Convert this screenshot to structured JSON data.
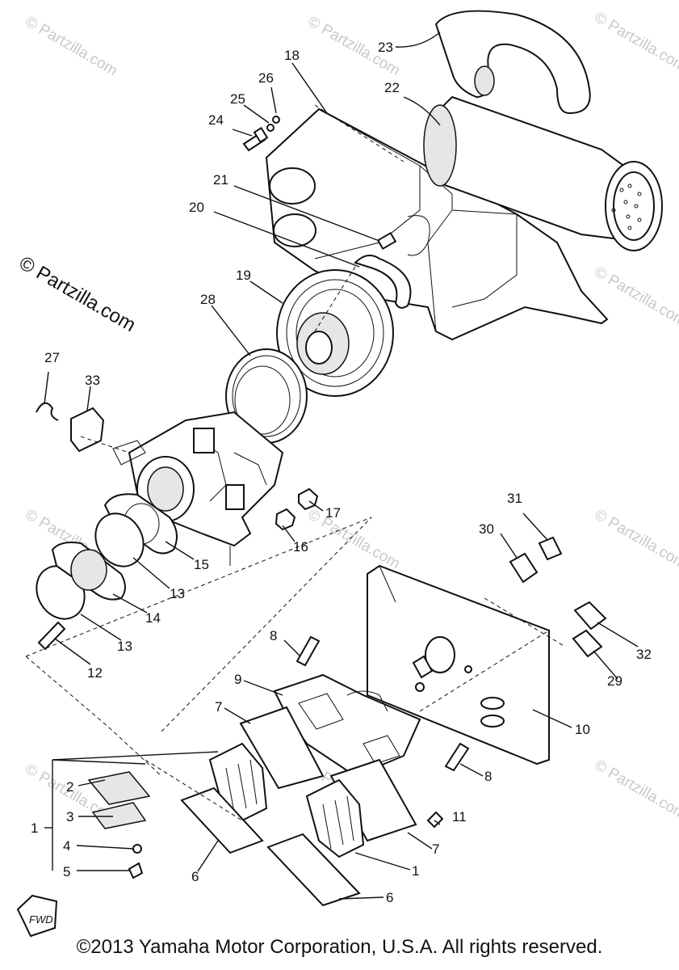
{
  "watermarks": {
    "main": "© Partzilla.com",
    "faint": "© Partzilla.com"
  },
  "callouts": [
    "1",
    "2",
    "3",
    "4",
    "5",
    "6",
    "7",
    "8",
    "9",
    "10",
    "11",
    "12",
    "13",
    "14",
    "15",
    "16",
    "17",
    "18",
    "19",
    "20",
    "21",
    "22",
    "23",
    "24",
    "25",
    "26",
    "27",
    "28",
    "29",
    "30",
    "31",
    "32",
    "33"
  ],
  "fwd_label": "FWD",
  "copyright": "©2013 Yamaha Motor Corporation, U.S.A. All rights reserved."
}
